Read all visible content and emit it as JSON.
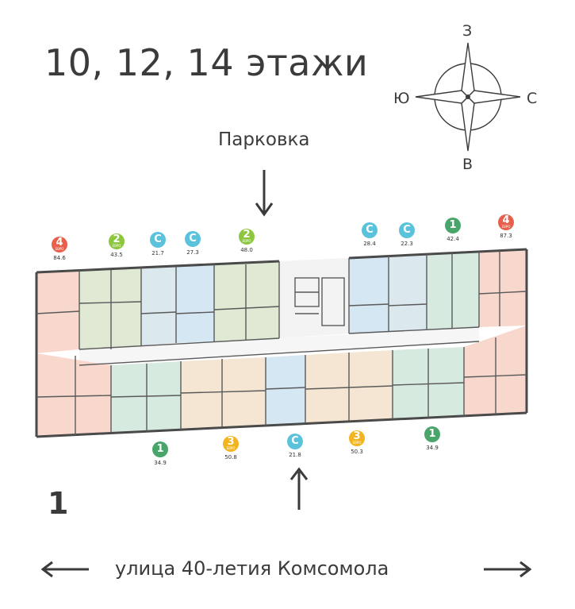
{
  "title": "10, 12, 14 этажи",
  "parking_label": "Парковка",
  "section_number": "1",
  "street_label": "улица 40-летия Комсомола",
  "compass": {
    "north": "З",
    "south": "В",
    "west": "Ю",
    "east": "С"
  },
  "colors": {
    "four_room": "#e8604c",
    "two_room": "#8dc63f",
    "studio": "#5bc2dc",
    "one_room": "#4aa56b",
    "three_room": "#f2b51f",
    "wall": "#4a4a4a"
  },
  "apartments_top": [
    {
      "type": "4",
      "euro": "ЕВРО",
      "area": "84.6"
    },
    {
      "type": "2",
      "euro": "ЕВРО",
      "area": "43.5"
    },
    {
      "type": "С",
      "euro": "",
      "area": "21.7"
    },
    {
      "type": "С",
      "euro": "",
      "area": "27.3"
    },
    {
      "type": "2",
      "euro": "ЕВРО",
      "area": "48.0"
    },
    {
      "type": "С",
      "euro": "",
      "area": "28.4"
    },
    {
      "type": "С",
      "euro": "",
      "area": "22.3"
    },
    {
      "type": "1",
      "euro": "",
      "area": "42.4"
    },
    {
      "type": "4",
      "euro": "ЕВРО",
      "area": "87.3"
    }
  ],
  "apartments_bottom": [
    {
      "type": "1",
      "euro": "",
      "area": "34.9"
    },
    {
      "type": "3",
      "euro": "ЕВРО",
      "area": "50.8"
    },
    {
      "type": "С",
      "euro": "",
      "area": "21.8"
    },
    {
      "type": "3",
      "euro": "ЕВРО",
      "area": "50.3"
    },
    {
      "type": "1",
      "euro": "",
      "area": "34.9"
    }
  ]
}
